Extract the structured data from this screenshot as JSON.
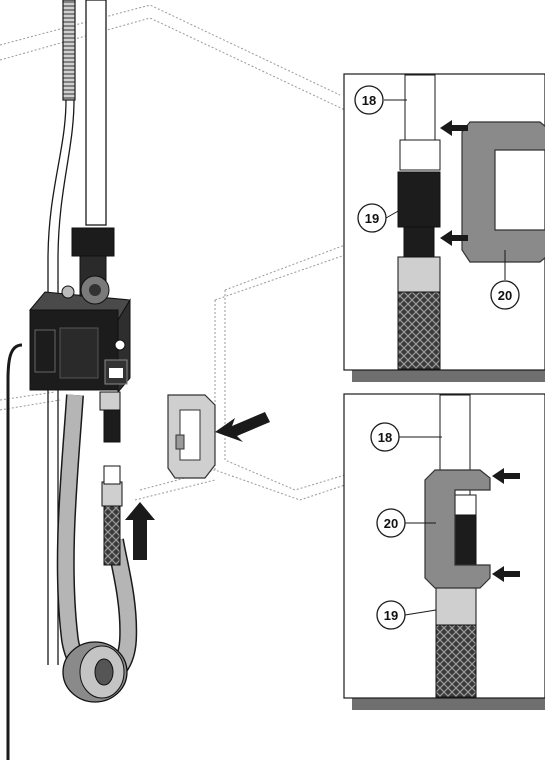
{
  "callouts": {
    "top_18": "18",
    "top_19": "19",
    "top_20": "20",
    "bottom_18": "18",
    "bottom_20": "20",
    "bottom_19": "19"
  },
  "colors": {
    "line": "#1a1a1a",
    "hose_gray": "#b5b5b5",
    "clip_gray": "#8a8a8a",
    "clip_light": "#cfcfcf",
    "body_black": "#1c1c1c",
    "panel_shadow": "#6f6f6f",
    "dotted": "#9a9a9a"
  },
  "icons": [
    "push-arrow-icon",
    "up-arrow-icon",
    "callout-circle-icon"
  ]
}
